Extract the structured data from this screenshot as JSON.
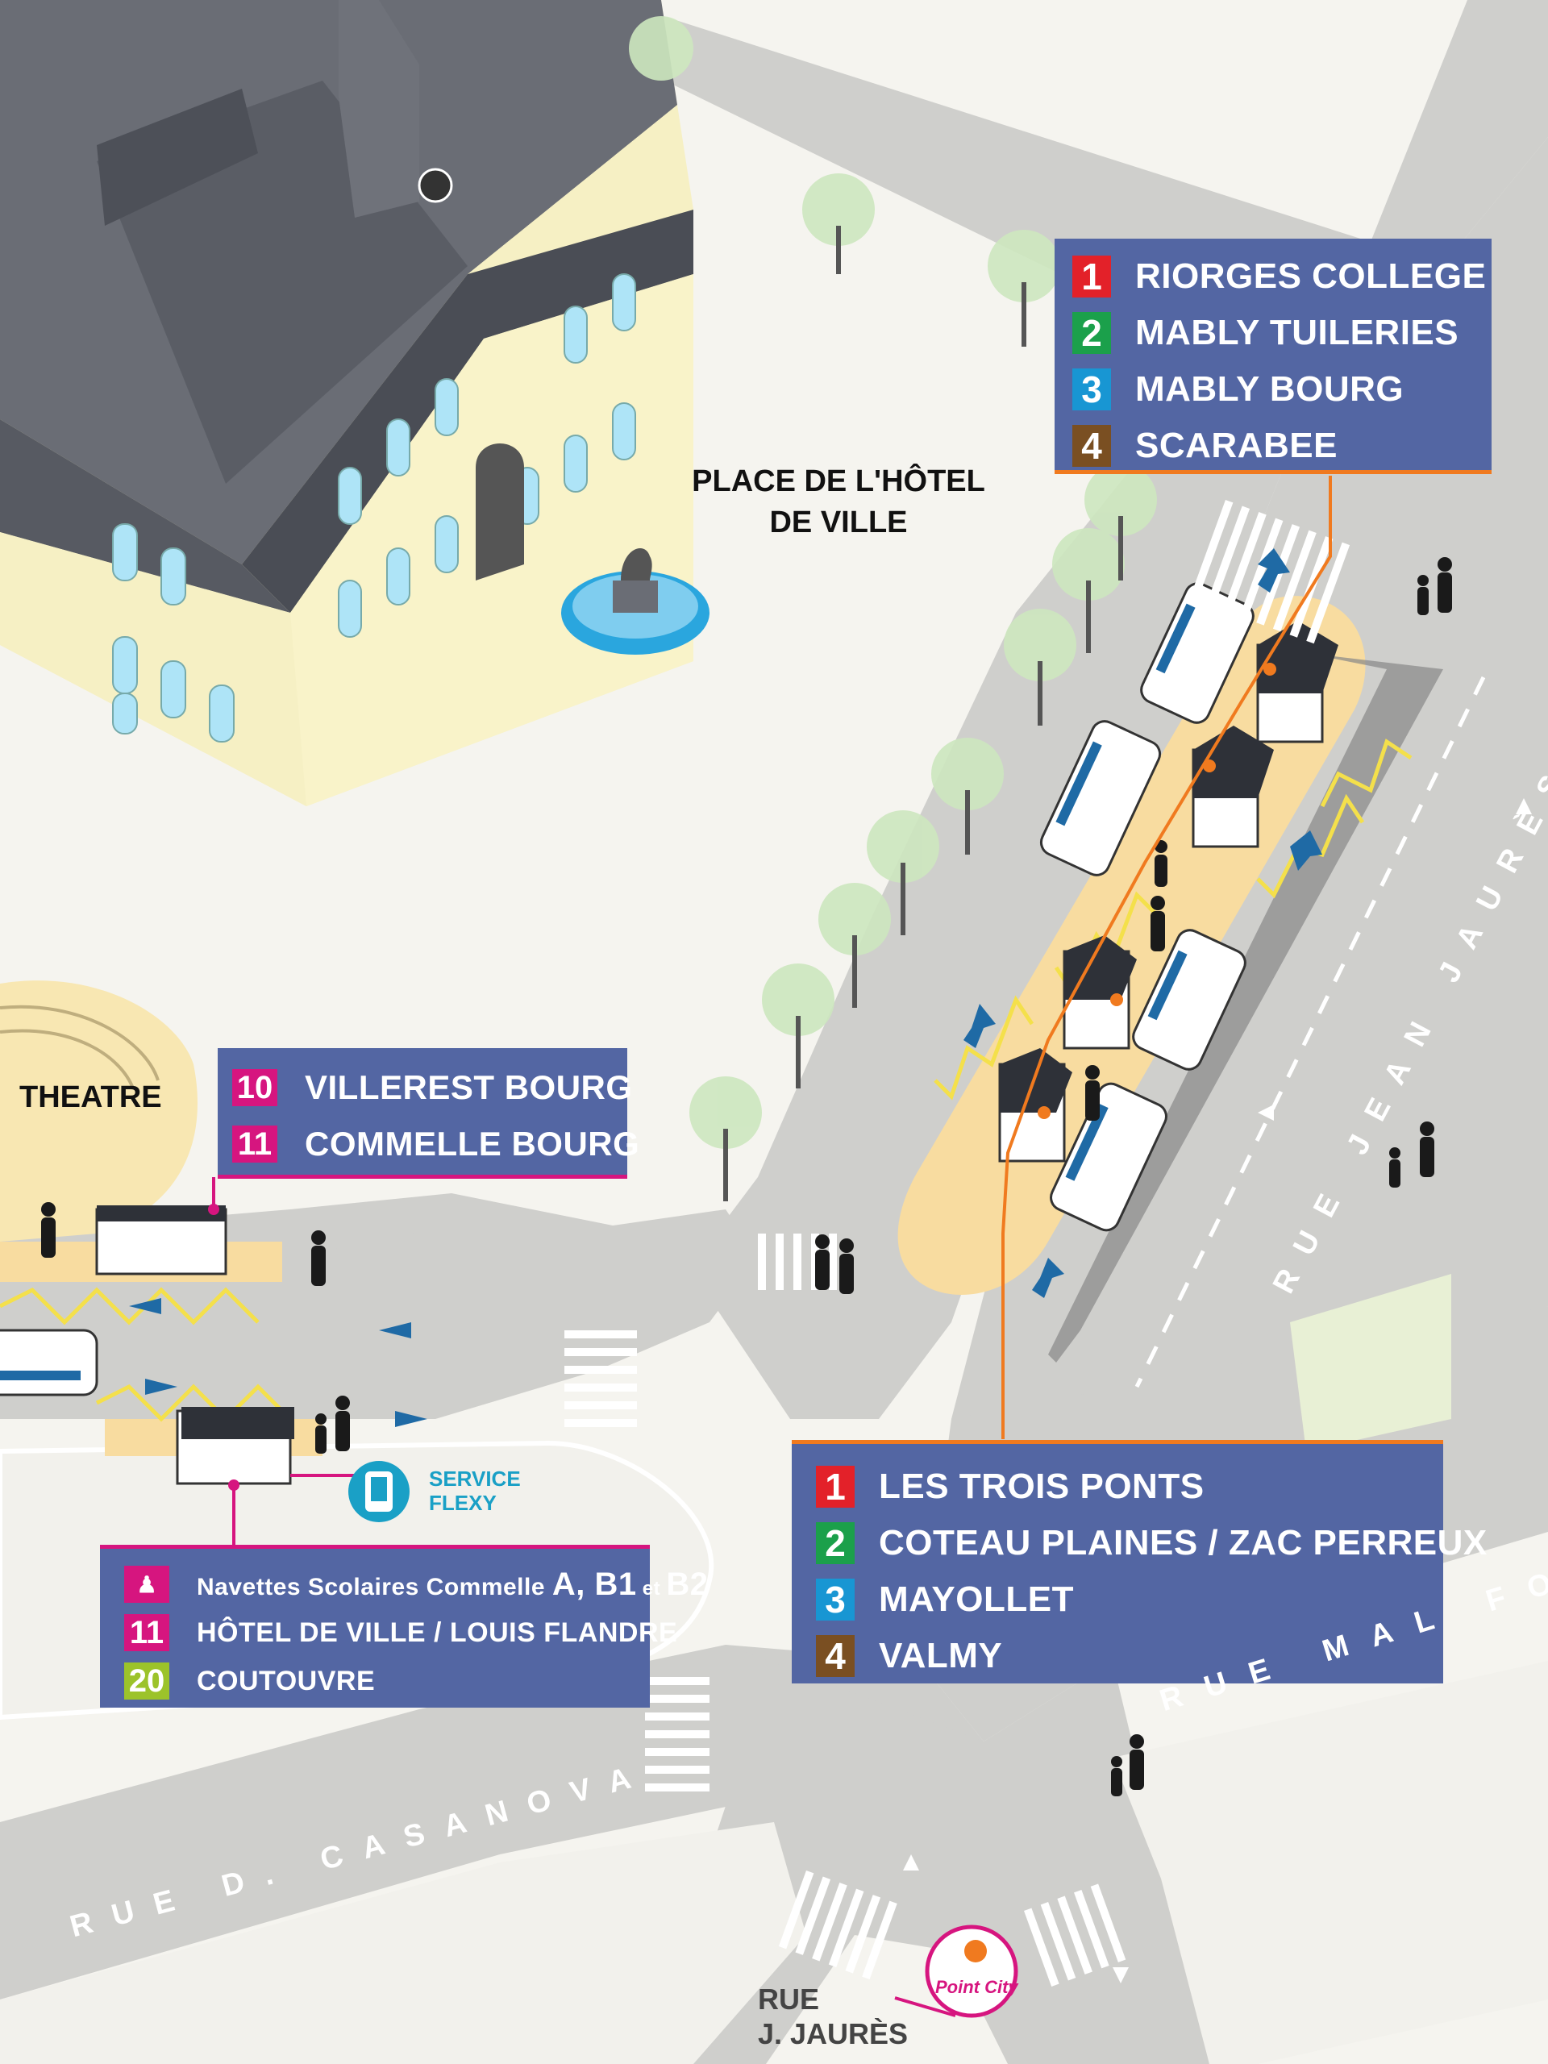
{
  "colors": {
    "line1": "#e32129",
    "line2": "#1ba04b",
    "line3": "#1896d3",
    "line4": "#7a4f22",
    "line10_11": "#d6157f",
    "line20": "#9cc32a",
    "panel_bg": "#5366a3",
    "accent_orange": "#f07a1f",
    "road": "#cfcfcc",
    "platform": "#f8dca0"
  },
  "place_label": {
    "line1": "PLACE DE L'HÔTEL",
    "line2": "DE VILLE"
  },
  "theatre_label": "THEATRE",
  "panels": {
    "top_right": {
      "rows": [
        {
          "num": "1",
          "label": "RIORGES COLLEGE",
          "color": "#e32129"
        },
        {
          "num": "2",
          "label": "MABLY TUILERIES",
          "color": "#1ba04b"
        },
        {
          "num": "3",
          "label": "MABLY BOURG",
          "color": "#1896d3"
        },
        {
          "num": "4",
          "label": "SCARABEE",
          "color": "#7a4f22"
        }
      ]
    },
    "left_upper": {
      "rows": [
        {
          "num": "10",
          "label": "VILLEREST BOURG",
          "color": "#d6157f"
        },
        {
          "num": "11",
          "label": "COMMELLE BOURG",
          "color": "#d6157f"
        }
      ]
    },
    "left_lower": {
      "rows": [
        {
          "num": "",
          "icon": "school-children-icon",
          "label_prefix": "Navettes Scolaires Commelle ",
          "label_a": "A, B1",
          "label_et": " et ",
          "label_b": "B2",
          "color": "#d6157f"
        },
        {
          "num": "11",
          "label": "HÔTEL DE VILLE / LOUIS FLANDRE",
          "color": "#d6157f"
        },
        {
          "num": "20",
          "label": "COUTOUVRE",
          "color": "#9cc32a"
        }
      ]
    },
    "bottom_right": {
      "rows": [
        {
          "num": "1",
          "label": "LES TROIS PONTS",
          "color": "#e32129"
        },
        {
          "num": "2",
          "label": "COTEAU PLAINES / ZAC PERREUX",
          "color": "#1ba04b"
        },
        {
          "num": "3",
          "label": "MAYOLLET",
          "color": "#1896d3"
        },
        {
          "num": "4",
          "label": "VALMY",
          "color": "#7a4f22"
        }
      ]
    }
  },
  "service_flexy": {
    "line1": "SERVICE",
    "line2": "FLEXY",
    "icon": "phone-app-icon"
  },
  "roads": {
    "jean_jaures": "RUE JEAN JAURÈS",
    "casanova": "RUE D. CASANOVA",
    "mal_foch": "RUE MAL FOCH",
    "j_jaures_line1": "RUE",
    "j_jaures_line2": "J. JAURÈS"
  },
  "point_city": {
    "text": "Point City",
    "icon": "point-city-logo-icon"
  }
}
